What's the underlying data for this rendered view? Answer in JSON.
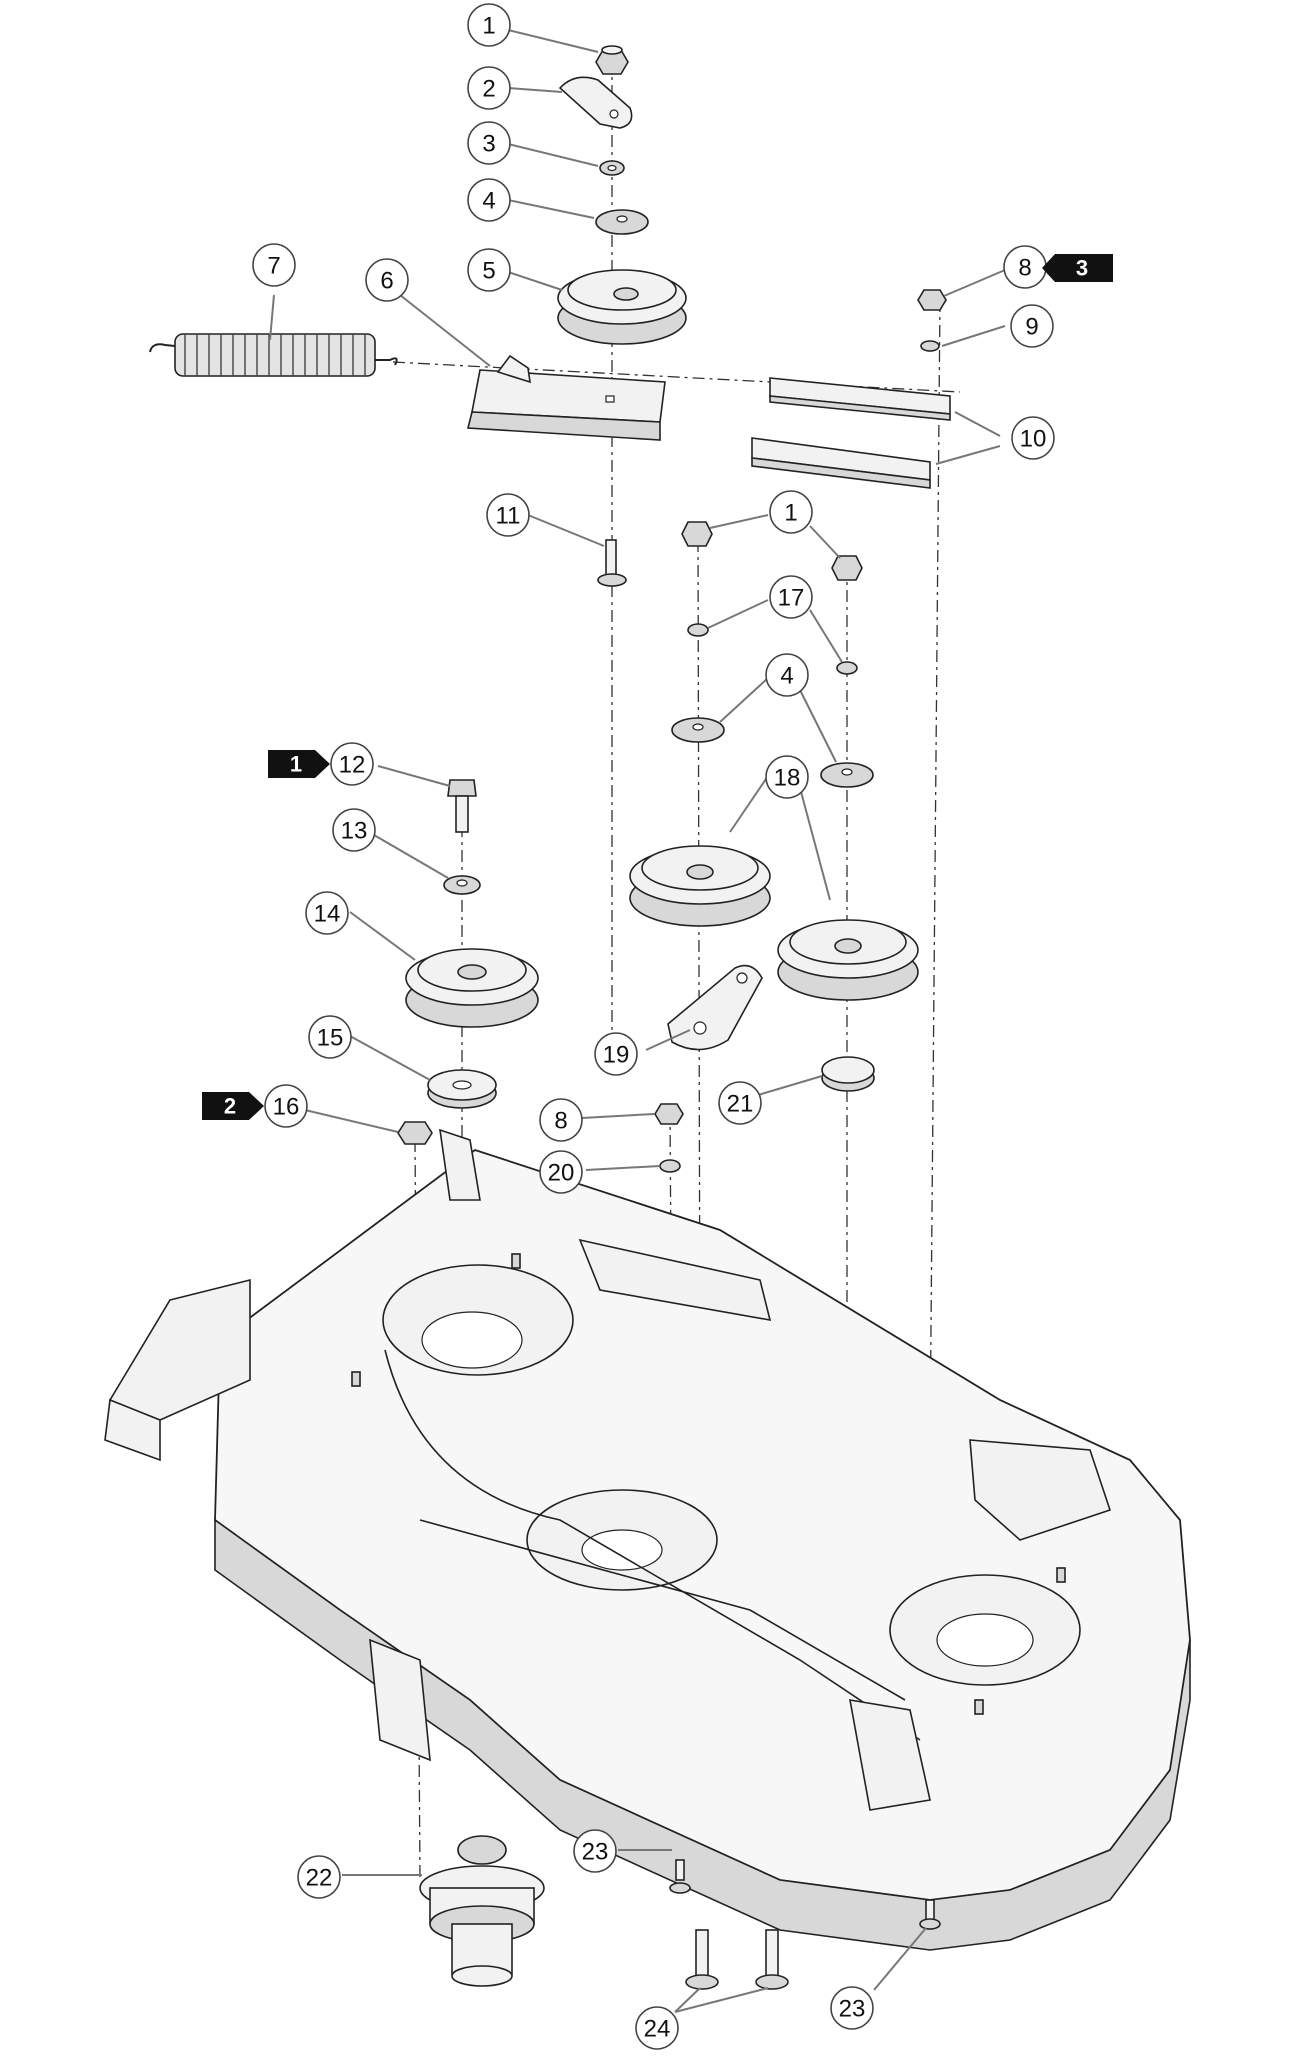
{
  "diagram": {
    "callouts": [
      {
        "id": "c1a",
        "label": "1"
      },
      {
        "id": "c2",
        "label": "2"
      },
      {
        "id": "c3",
        "label": "3"
      },
      {
        "id": "c4a",
        "label": "4"
      },
      {
        "id": "c5",
        "label": "5"
      },
      {
        "id": "c6",
        "label": "6"
      },
      {
        "id": "c7",
        "label": "7"
      },
      {
        "id": "c8a",
        "label": "8"
      },
      {
        "id": "c9",
        "label": "9"
      },
      {
        "id": "c10",
        "label": "10"
      },
      {
        "id": "c11",
        "label": "11"
      },
      {
        "id": "c1b",
        "label": "1"
      },
      {
        "id": "c17",
        "label": "17"
      },
      {
        "id": "c4b",
        "label": "4"
      },
      {
        "id": "c12",
        "label": "12"
      },
      {
        "id": "c13",
        "label": "13"
      },
      {
        "id": "c18",
        "label": "18"
      },
      {
        "id": "c14",
        "label": "14"
      },
      {
        "id": "c19",
        "label": "19"
      },
      {
        "id": "c15",
        "label": "15"
      },
      {
        "id": "c21",
        "label": "21"
      },
      {
        "id": "c16",
        "label": "16"
      },
      {
        "id": "c8b",
        "label": "8"
      },
      {
        "id": "c20",
        "label": "20"
      },
      {
        "id": "c22",
        "label": "22"
      },
      {
        "id": "c23a",
        "label": "23"
      },
      {
        "id": "c24",
        "label": "24"
      },
      {
        "id": "c23b",
        "label": "23"
      }
    ],
    "flags": [
      {
        "id": "f3",
        "label": "3"
      },
      {
        "id": "f1",
        "label": "1"
      },
      {
        "id": "f2",
        "label": "2"
      }
    ]
  }
}
